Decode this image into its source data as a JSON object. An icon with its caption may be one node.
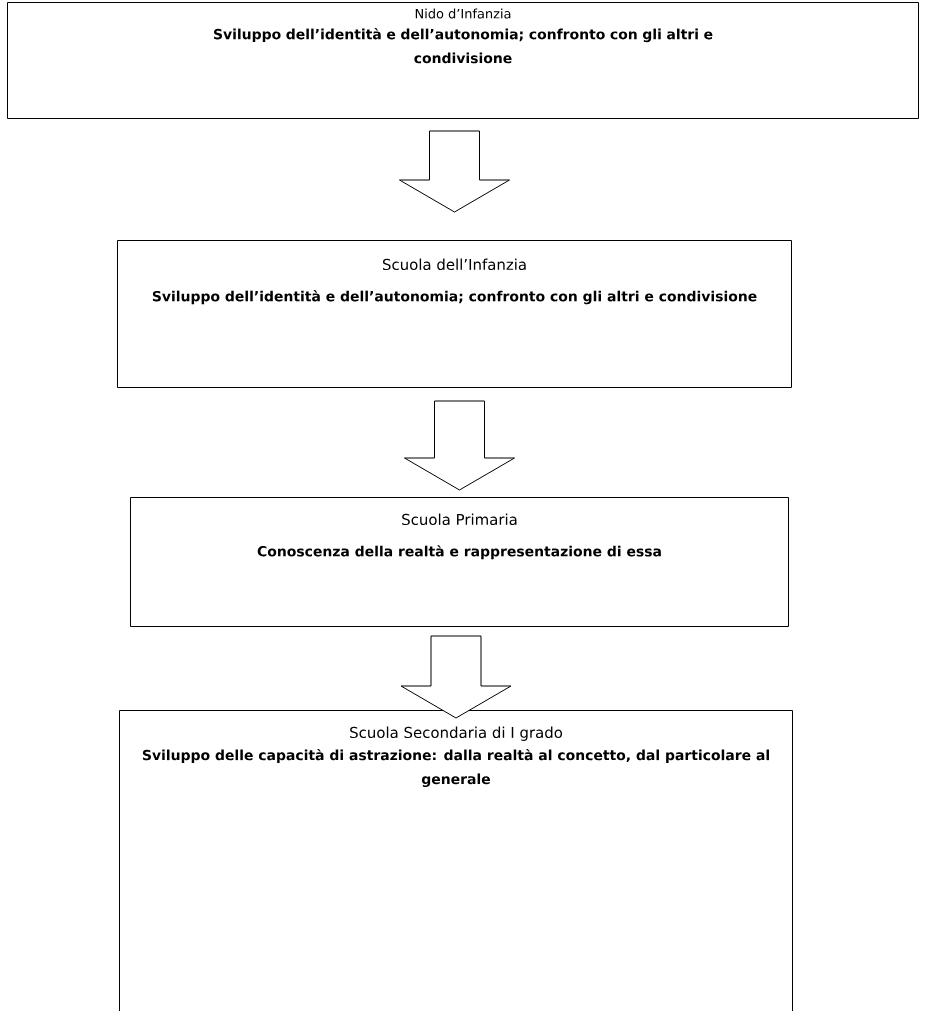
{
  "diagram": {
    "nodes": [
      {
        "text": [
          "Nido d’Infanzia",
          "Sviluppo dell’identità e dell’autonomia; confronto con gli altri e condivisione"
        ]
      },
      {
        "text": [
          "Scuola dell’Infanzia",
          "Sviluppo dell’identità e dell’autonomia; confronto con gli altri e condivisione"
        ]
      },
      {
        "text": [
          "Scuola Primaria",
          "Conoscenza della realtà e rappresentazione di essa"
        ]
      },
      {
        "text": [
          "Scuola Secondaria di I grado",
          "Sviluppo delle capacità di astrazione: dalla realtà al concetto, dal particolare al generale"
        ]
      }
    ],
    "edges": [
      {
        "from": 0,
        "to": 1,
        "arrow": "to"
      },
      {
        "from": 1,
        "to": 2,
        "arrow": "to"
      },
      {
        "from": 2,
        "to": 3,
        "arrow": "to"
      }
    ]
  }
}
